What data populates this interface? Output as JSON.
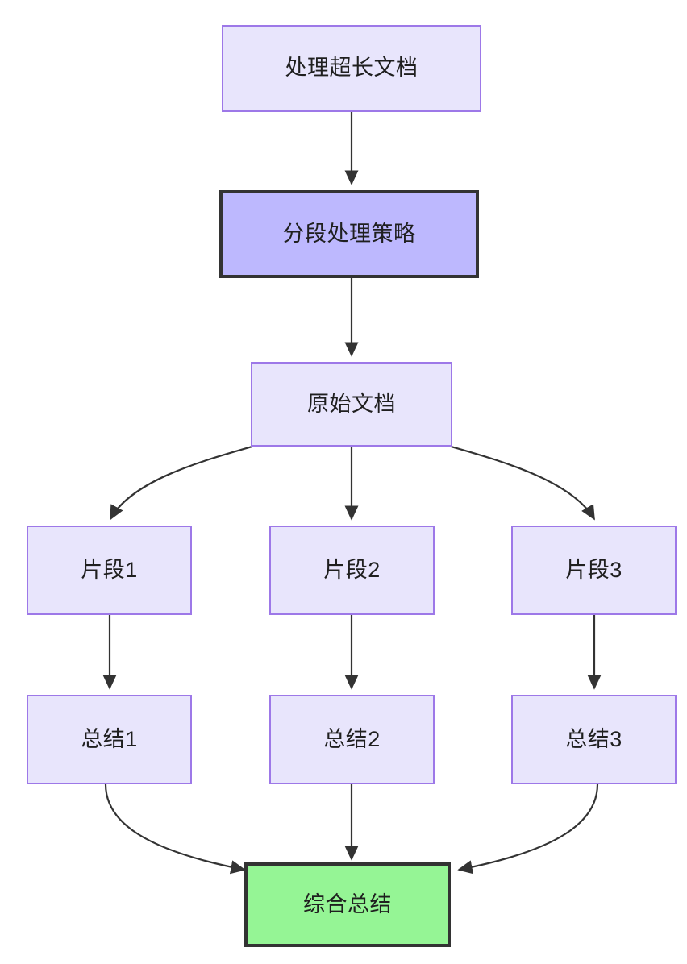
{
  "diagram": {
    "type": "flowchart",
    "orientation": "top-down",
    "background_color": "#ffffff",
    "palette": {
      "node_fill": "#E8E5FC",
      "node_border": "#9D78E8",
      "highlight_fill": "#BDB8FE",
      "highlight_border": "#333333",
      "terminal_fill": "#95F595",
      "terminal_border": "#333333",
      "edge_color": "#333333",
      "text_color": "#1f1f1f"
    },
    "nodes": [
      {
        "id": "n1",
        "label": "处理超长文档",
        "style": "default"
      },
      {
        "id": "n2",
        "label": "分段处理策略",
        "style": "highlight"
      },
      {
        "id": "n3",
        "label": "原始文档",
        "style": "default"
      },
      {
        "id": "n4",
        "label": "片段1",
        "style": "default"
      },
      {
        "id": "n5",
        "label": "片段2",
        "style": "default"
      },
      {
        "id": "n6",
        "label": "片段3",
        "style": "default"
      },
      {
        "id": "n7",
        "label": "总结1",
        "style": "default"
      },
      {
        "id": "n8",
        "label": "总结2",
        "style": "default"
      },
      {
        "id": "n9",
        "label": "总结3",
        "style": "default"
      },
      {
        "id": "n10",
        "label": "综合总结",
        "style": "terminal"
      }
    ],
    "edges": [
      {
        "from": "n1",
        "to": "n2",
        "shape": "straight"
      },
      {
        "from": "n2",
        "to": "n3",
        "shape": "straight"
      },
      {
        "from": "n3",
        "to": "n4",
        "shape": "curved"
      },
      {
        "from": "n3",
        "to": "n5",
        "shape": "straight"
      },
      {
        "from": "n3",
        "to": "n6",
        "shape": "curved"
      },
      {
        "from": "n4",
        "to": "n7",
        "shape": "straight"
      },
      {
        "from": "n5",
        "to": "n8",
        "shape": "straight"
      },
      {
        "from": "n6",
        "to": "n9",
        "shape": "straight"
      },
      {
        "from": "n7",
        "to": "n10",
        "shape": "curved"
      },
      {
        "from": "n8",
        "to": "n10",
        "shape": "straight"
      },
      {
        "from": "n9",
        "to": "n10",
        "shape": "curved"
      }
    ]
  }
}
